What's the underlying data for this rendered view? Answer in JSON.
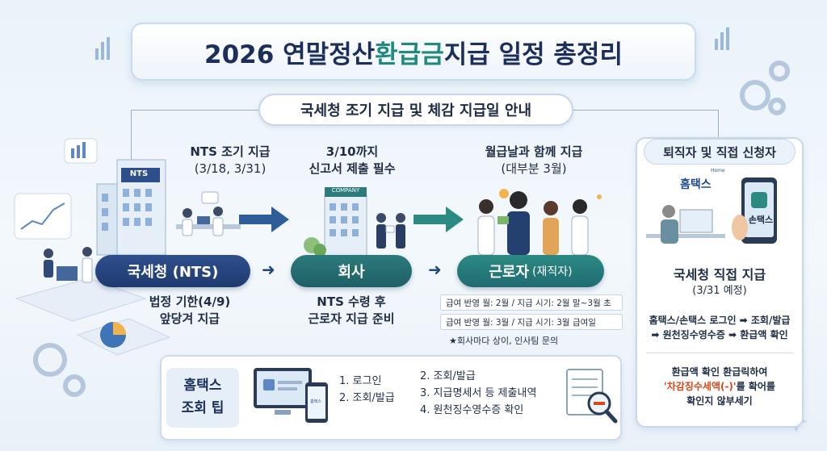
{
  "title": {
    "part1": "2026 연말정산 ",
    "highlight": "환급금",
    "part2": " 지급 일정 총정리"
  },
  "subtitle": "국세청 조기 지급 및 체감 지급일 안내",
  "stages": {
    "nts": {
      "caption_top_line1": "NTS 조기 지급",
      "caption_top_line2": "(3/18, 3/31)",
      "label": "국세청 (NTS)",
      "caption_bottom_line1": "법정 기한(4/9)",
      "caption_bottom_line2": "앞당겨 지급",
      "building_sign": "NTS"
    },
    "company": {
      "caption_top_line1": "3/10까지",
      "caption_top_line2": "신고서 제출 필수",
      "label": "회사",
      "caption_bottom_line1": "NTS 수령 후",
      "caption_bottom_line2": "근로자 지급 준비",
      "building_sign": "COMPANY"
    },
    "worker": {
      "caption_top_line1": "월급날과 함께 지급",
      "caption_top_line2": "(대부분 3월)",
      "label": "근로자",
      "label_sub": "(재직자)",
      "info_rows": [
        "급여 반영 월: 2월 / 지급 시기: 2월 말~3월 초",
        "급여 반영 월: 3월 / 지급 시기: 3월 급여일"
      ],
      "note": "★회사마다 상이, 인사팀 문의"
    }
  },
  "right_panel": {
    "heading": "퇴직자 및 직접 신청자",
    "hometax_logo": "홈택스",
    "hometax_home": "Home",
    "sontax_label": "손택스",
    "main_line1": "국세청 직접 지급",
    "main_line2": "(3/31 예정)",
    "steps_line1": "홈택스/손택스 로그인 ➡ 조회/발급",
    "steps_line2": "➡ 원천징수영수증 ➡ 환급액 확인",
    "check_line1": "환급액 확인 환급릭하여",
    "check_line2_red": "'차감징수세액(-)'",
    "check_line2_rest": "를 확어를",
    "check_line3": "확인지 않부세기"
  },
  "tip_panel": {
    "label_line1": "홈택스",
    "label_line2": "조회 팁",
    "phone_label": "홈택스",
    "col1": [
      "1. 로그인",
      "2. 조회/발급"
    ],
    "col2": [
      "2. 조회/발급",
      "3. 지급명세서 등 제출내역",
      "4. 원천징수영수증 확인"
    ]
  },
  "colors": {
    "navy": "#1e3a70",
    "teal": "#1f8a7d",
    "accent_red": "#d64a1a"
  }
}
